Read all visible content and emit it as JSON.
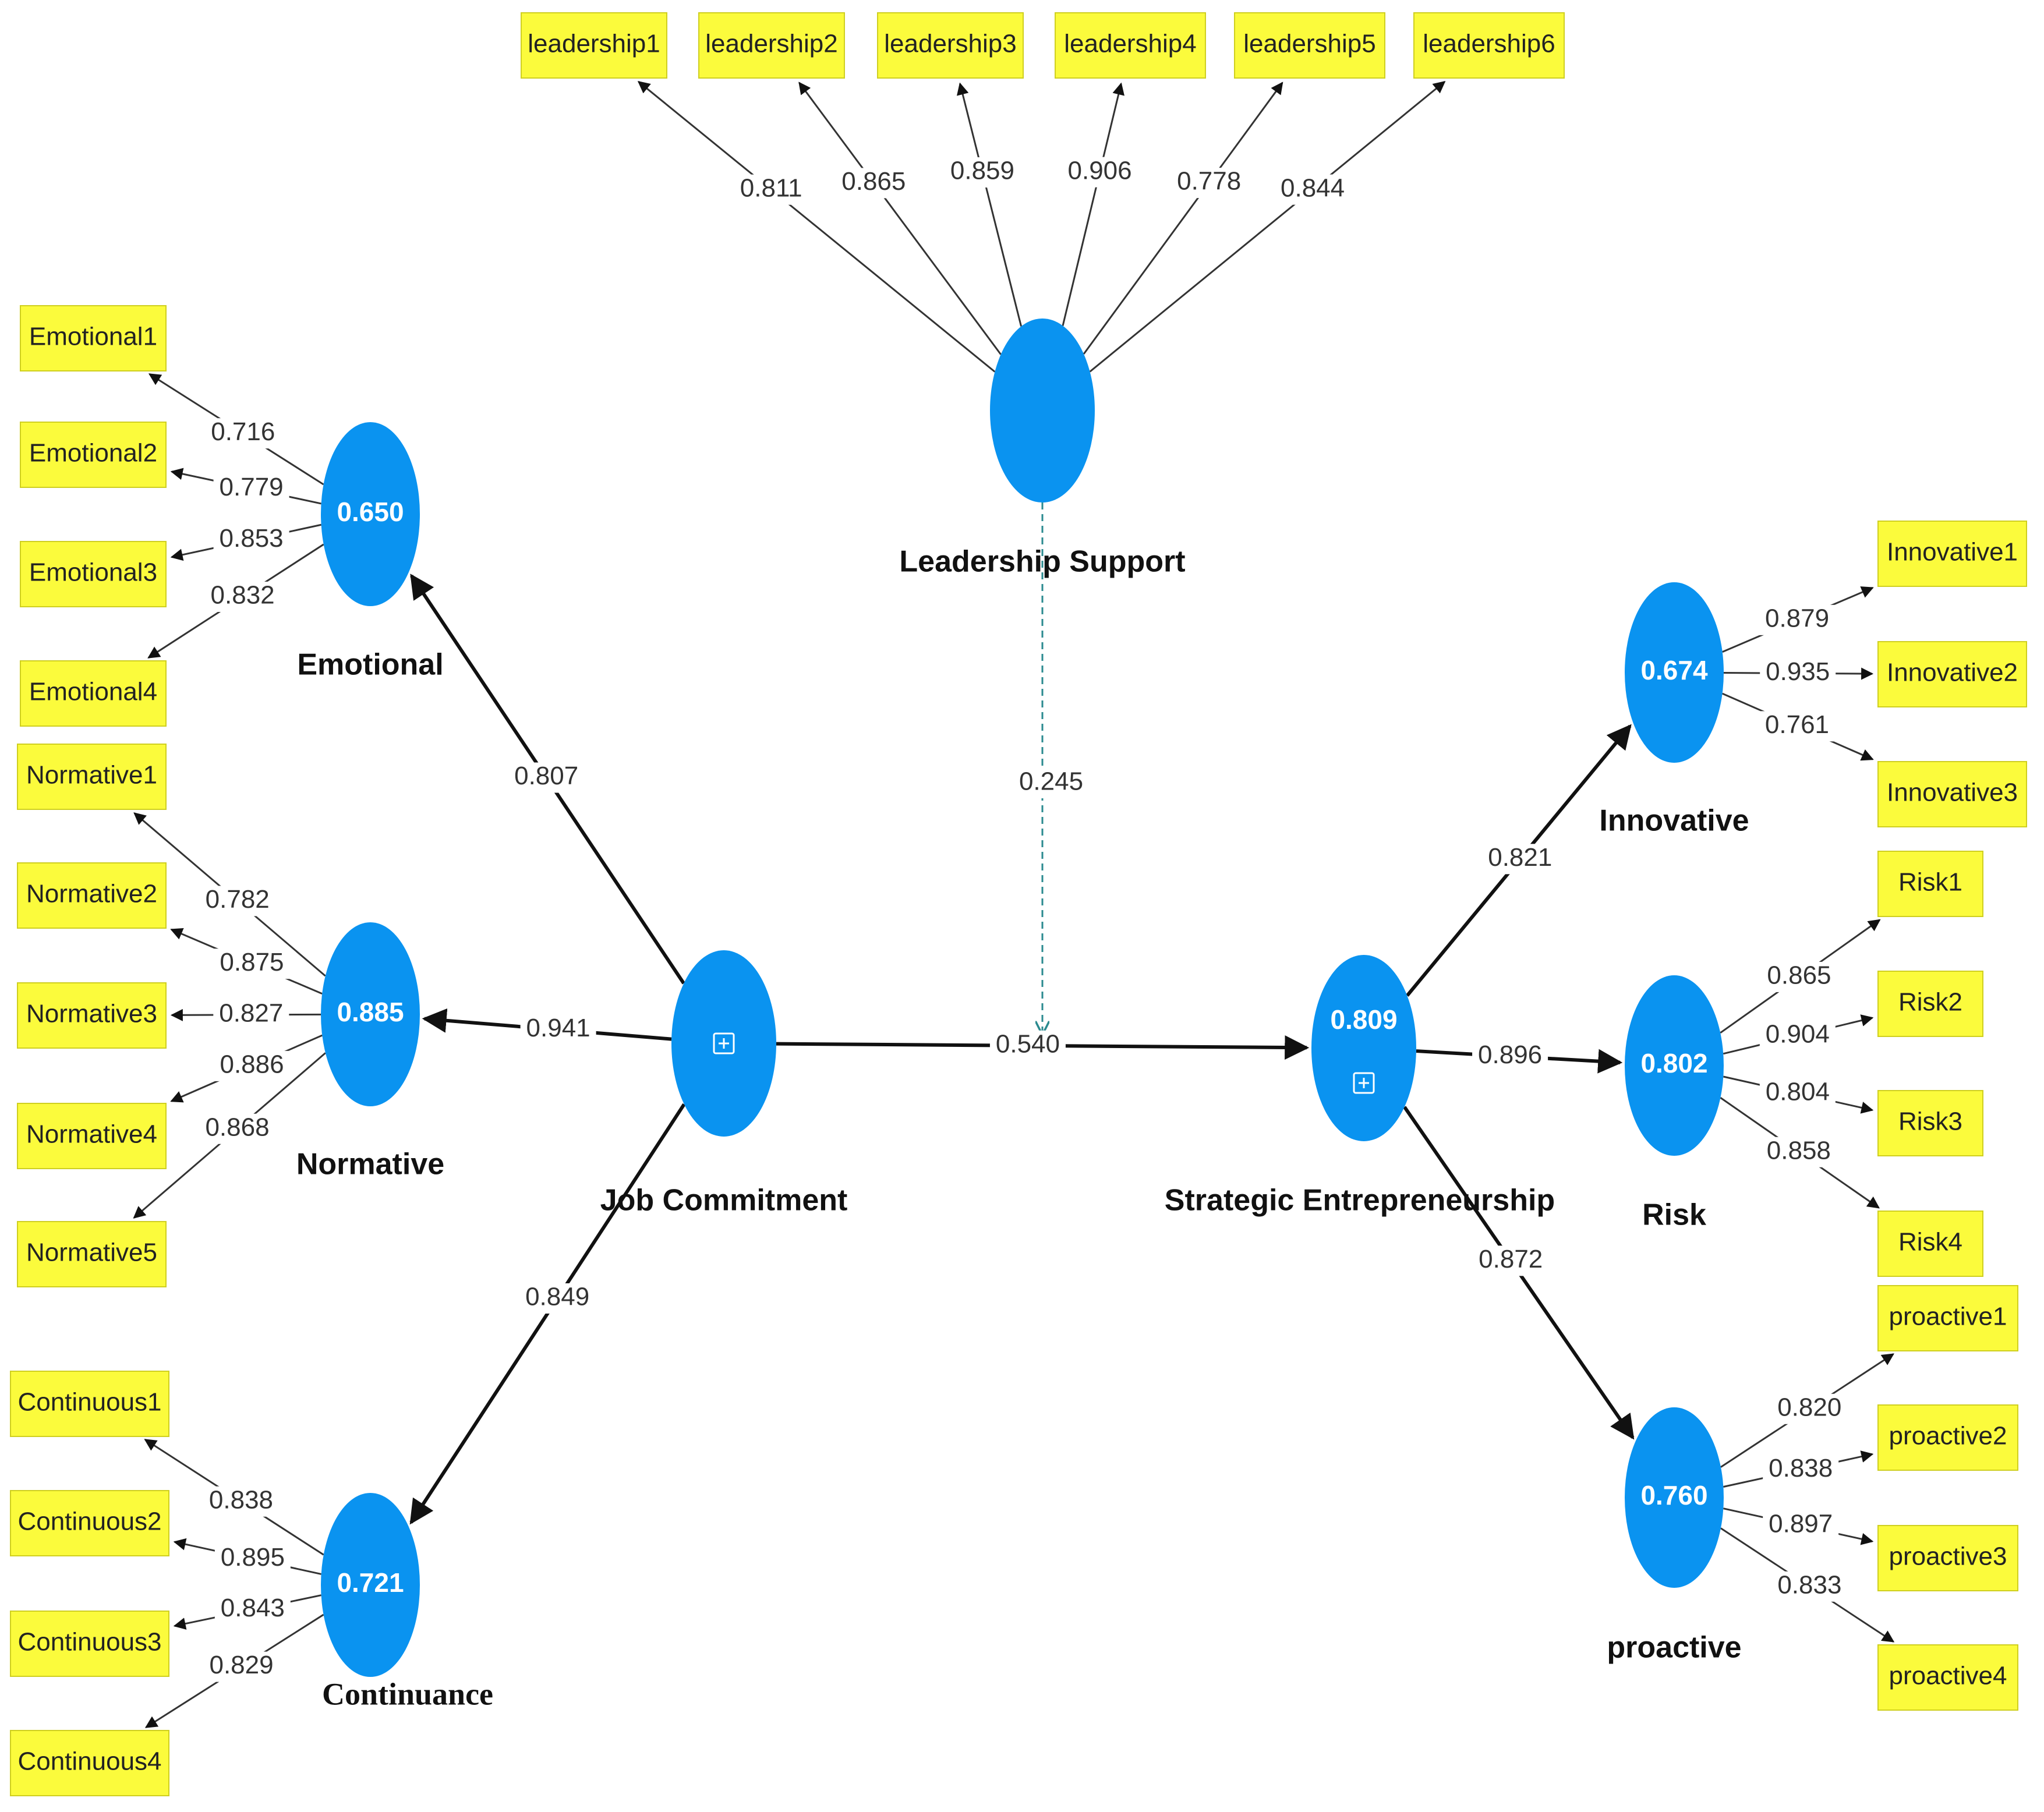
{
  "constructs": {
    "leadership_support": {
      "name": "Leadership Support",
      "value": ""
    },
    "emotional": {
      "name": "Emotional",
      "value": "0.650"
    },
    "normative": {
      "name": "Normative",
      "value": "0.885"
    },
    "continuance": {
      "name": "Continuance",
      "value": "0.721"
    },
    "job_commitment": {
      "name": "Job Commitment",
      "value": ""
    },
    "strategic_entrepreneurship": {
      "name": "Strategic Entrepreneurship",
      "value": "0.809"
    },
    "innovative": {
      "name": "Innovative",
      "value": "0.674"
    },
    "risk": {
      "name": "Risk",
      "value": "0.802"
    },
    "proactive": {
      "name": "proactive",
      "value": "0.760"
    }
  },
  "indicators": {
    "leadership": [
      {
        "label": "leadership1",
        "loading": "0.811"
      },
      {
        "label": "leadership2",
        "loading": "0.865"
      },
      {
        "label": "leadership3",
        "loading": "0.859"
      },
      {
        "label": "leadership4",
        "loading": "0.906"
      },
      {
        "label": "leadership5",
        "loading": "0.778"
      },
      {
        "label": "leadership6",
        "loading": "0.844"
      }
    ],
    "emotional": [
      {
        "label": "Emotional1",
        "loading": "0.716"
      },
      {
        "label": "Emotional2",
        "loading": "0.779"
      },
      {
        "label": "Emotional3",
        "loading": "0.853"
      },
      {
        "label": "Emotional4",
        "loading": "0.832"
      }
    ],
    "normative": [
      {
        "label": "Normative1",
        "loading": "0.782"
      },
      {
        "label": "Normative2",
        "loading": "0.875"
      },
      {
        "label": "Normative3",
        "loading": "0.827"
      },
      {
        "label": "Normative4",
        "loading": "0.886"
      },
      {
        "label": "Normative5",
        "loading": "0.868"
      }
    ],
    "continuance": [
      {
        "label": "Continuous1",
        "loading": "0.838"
      },
      {
        "label": "Continuous2",
        "loading": "0.895"
      },
      {
        "label": "Continuous3",
        "loading": "0.843"
      },
      {
        "label": "Continuous4",
        "loading": "0.829"
      }
    ],
    "innovative": [
      {
        "label": "Innovative1",
        "loading": "0.879"
      },
      {
        "label": "Innovative2",
        "loading": "0.935"
      },
      {
        "label": "Innovative3",
        "loading": "0.761"
      }
    ],
    "risk": [
      {
        "label": "Risk1",
        "loading": "0.865"
      },
      {
        "label": "Risk2",
        "loading": "0.904"
      },
      {
        "label": "Risk3",
        "loading": "0.804"
      },
      {
        "label": "Risk4",
        "loading": "0.858"
      }
    ],
    "proactive": [
      {
        "label": "proactive1",
        "loading": "0.820"
      },
      {
        "label": "proactive2",
        "loading": "0.838"
      },
      {
        "label": "proactive3",
        "loading": "0.897"
      },
      {
        "label": "proactive4",
        "loading": "0.833"
      }
    ]
  },
  "paths": {
    "jc_emotional": "0.807",
    "jc_normative": "0.941",
    "jc_continuance": "0.849",
    "jc_se": "0.540",
    "moderation": "0.245",
    "se_innovative": "0.821",
    "se_risk": "0.896",
    "se_proactive": "0.872"
  },
  "colors": {
    "construct": "#0a93f0",
    "indicator": "#fbfb3c",
    "moderation": "#2a8a8f"
  }
}
